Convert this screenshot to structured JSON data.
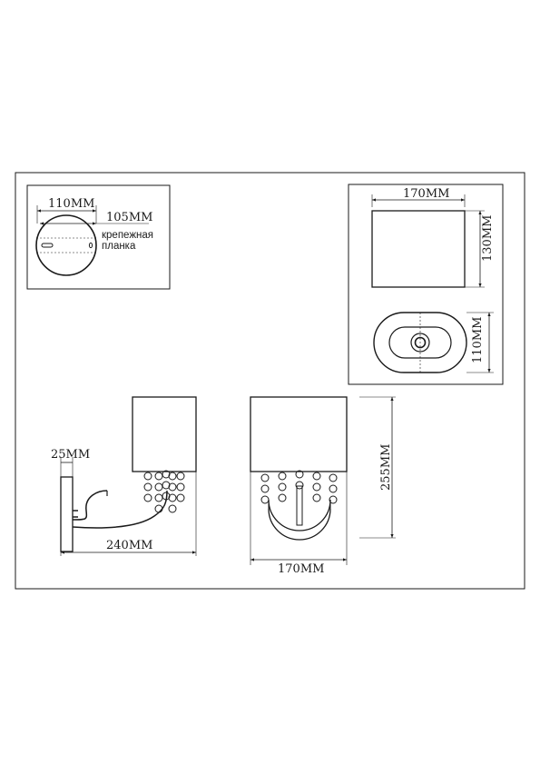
{
  "top_left_box": {
    "dim_width": "110MM",
    "dim_plate": "105MM",
    "plate_label_line1": "крепежная",
    "plate_label_line2": "планка"
  },
  "top_right_box": {
    "shade_width": "170MM",
    "shade_height": "130MM",
    "base_depth": "110MM"
  },
  "side_view": {
    "wall_depth": "25MM",
    "projection": "240MM"
  },
  "front_view": {
    "width": "170MM",
    "height": "255MM"
  }
}
